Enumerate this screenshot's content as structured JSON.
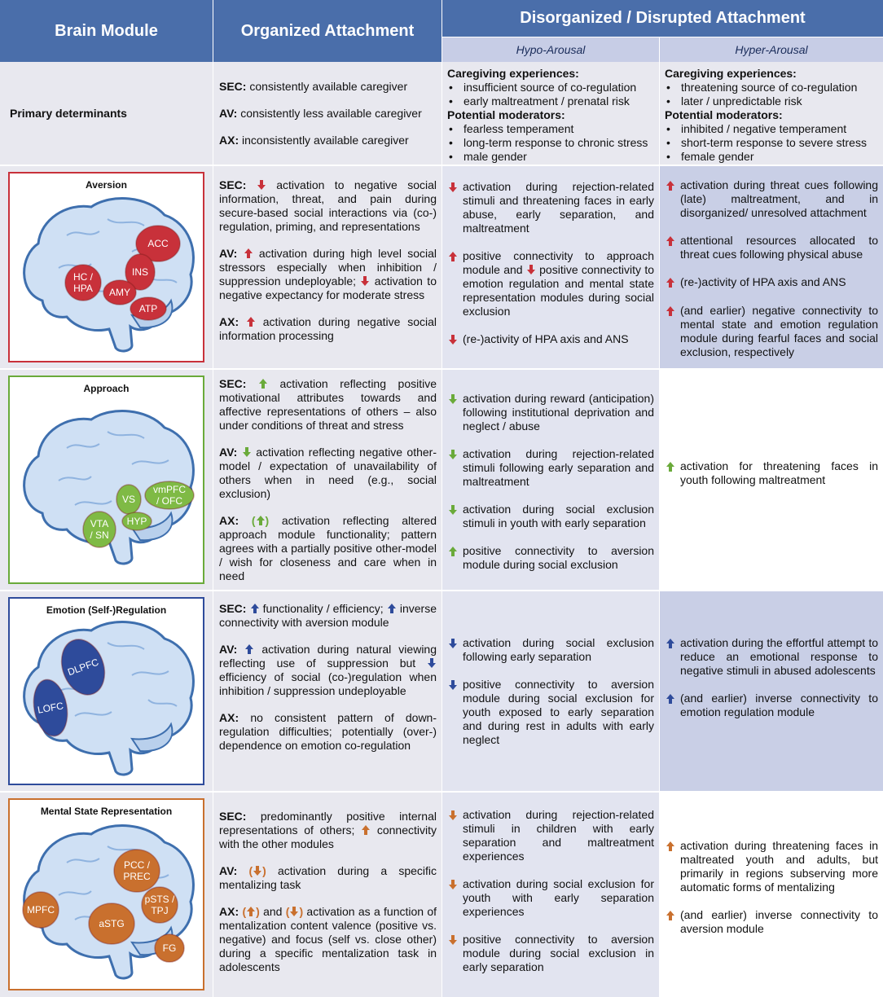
{
  "header": {
    "brain_module": "Brain Module",
    "organized": "Organized Attachment",
    "disorganized": "Disorganized / Disrupted Attachment",
    "hypo": "Hypo-Arousal",
    "hyper": "Hyper-Arousal"
  },
  "colors": {
    "header_bg": "#4a6eaa",
    "aversion": "#c8313a",
    "approach": "#6aaa3a",
    "regulation": "#2e4b9b",
    "mental": "#c9702e"
  },
  "determinants": {
    "label": "Primary determinants",
    "organized": [
      {
        "key": "SEC:",
        "text": " consistently available caregiver"
      },
      {
        "key": "AV:",
        "text": " consistently less available caregiver"
      },
      {
        "key": "AX:",
        "text": " inconsistently available caregiver"
      }
    ],
    "hypo": {
      "h1": "Caregiving experiences:",
      "l1": [
        "insufficient source of co-regulation",
        "early maltreatment / prenatal risk"
      ],
      "h2": "Potential moderators:",
      "l2": [
        "fearless temperament",
        "long-term response to chronic stress",
        "male gender"
      ]
    },
    "hyper": {
      "h1": "Caregiving experiences:",
      "l1": [
        "threatening source of co-regulation",
        "later / unpredictable risk"
      ],
      "h2": "Potential moderators:",
      "l2": [
        "inhibited / negative temperament",
        "short-term response to severe stress",
        "female gender"
      ]
    }
  },
  "modules": {
    "aversion": {
      "title": "Aversion",
      "regions": [
        "ACC",
        "INS",
        "HC /",
        "HPA",
        "AMY",
        "ATP"
      ],
      "organized": [
        {
          "key": "SEC:",
          "arrow": "down",
          "text": " activation to negative social information, threat, and pain during secure-based social interactions via (co-) regulation, priming, and representations"
        },
        {
          "key": "AV:",
          "arrow": "up",
          "text": " activation during high level social stressors especially when inhibition / suppression undeployable;",
          "arrow2": "down",
          "text2": " activation to negative expectancy for moderate stress"
        },
        {
          "key": "AX:",
          "arrow": "up",
          "text": " activation during negative social information processing"
        }
      ],
      "hypo": [
        {
          "arrow": "down",
          "text": "activation during rejection-related stimuli and threatening faces in early abuse, early separation, and maltreatment"
        },
        {
          "arrow": "up",
          "text": "positive connectivity to approach module and",
          "arrow2": "down",
          "text2": " positive connectivity to emotion regulation and mental state representation modules during social exclusion"
        },
        {
          "arrow": "down",
          "text": "(re-)activity of HPA axis and ANS"
        }
      ],
      "hyper": [
        {
          "arrow": "up",
          "text": "activation during threat cues following (late) maltreatment, and in disorganized/ unresolved attachment"
        },
        {
          "arrow": "up",
          "text": "attentional resources allocated to threat cues following physical abuse"
        },
        {
          "arrow": "up",
          "text": "(re-)activity of HPA axis and ANS"
        },
        {
          "arrow": "up",
          "text": "(and earlier) negative connectivity to mental state and emotion regulation module during fearful faces and social exclusion, respectively"
        }
      ]
    },
    "approach": {
      "title": "Approach",
      "regions": [
        "VS",
        "vmPFC",
        "/ OFC",
        "HYP",
        "VTA",
        "/ SN"
      ],
      "organized": [
        {
          "key": "SEC:",
          "arrow": "up",
          "text": " activation reflecting positive motivational attributes towards and affective representations of others – also under conditions of threat and stress"
        },
        {
          "key": "AV:",
          "arrow": "down",
          "text": " activation reflecting negative other-model / expectation of unavailability of others when in need (e.g., social exclusion)"
        },
        {
          "key": "AX:",
          "arrow": "up-paren",
          "text": " activation reflecting altered approach module functionality; pattern agrees with a partially positive other-model / wish for closeness and care when in need"
        }
      ],
      "hypo": [
        {
          "arrow": "down",
          "text": "activation during reward (anticipation) following institutional deprivation and neglect / abuse"
        },
        {
          "arrow": "down",
          "text": "activation during rejection-related stimuli following early separation and maltreatment"
        },
        {
          "arrow": "down",
          "text": "activation during social exclusion stimuli in youth with early separation"
        },
        {
          "arrow": "up",
          "text": "positive connectivity to aversion module during social exclusion"
        }
      ],
      "hyper": [
        {
          "arrow": "up",
          "text": "activation for threatening faces in youth following maltreatment"
        }
      ]
    },
    "regulation": {
      "title": "Emotion (Self-)Regulation",
      "regions": [
        "DLPFC",
        "LOFC"
      ],
      "organized": [
        {
          "key": "SEC:",
          "arrow": "up",
          "text": " functionality / efficiency;",
          "arrow2": "up",
          "text2": " inverse connectivity with aversion module"
        },
        {
          "key": "AV:",
          "arrow": "up",
          "text": " activation during natural viewing reflecting use of suppression but",
          "arrow2": "down",
          "text2": " efficiency of social (co-)regulation when inhibition / suppression undeployable"
        },
        {
          "key": "AX:",
          "arrow": "",
          "text": " no consistent pattern of down-regulation difficulties; potentially (over-) dependence on emotion co-regulation"
        }
      ],
      "hypo": [
        {
          "arrow": "down",
          "text": "activation during social exclusion following early separation"
        },
        {
          "arrow": "down",
          "text": "positive connectivity to aversion module during social exclusion for youth exposed to early separation and during rest in adults with early neglect"
        }
      ],
      "hyper": [
        {
          "arrow": "up",
          "text": "activation during the effortful attempt to reduce an emotional response to negative stimuli in abused adolescents"
        },
        {
          "arrow": "up",
          "text": "(and earlier) inverse connectivity to emotion regulation module"
        }
      ]
    },
    "mental": {
      "title": "Mental State Representation",
      "regions": [
        "PCC /",
        "PREC",
        "MPFC",
        "pSTS /",
        "TPJ",
        "aSTG",
        "FG"
      ],
      "organized": [
        {
          "key": "SEC:",
          "arrow": "",
          "text": " predominantly positive internal representations of others;",
          "arrow2": "up",
          "text2": " connectivity with the other modules"
        },
        {
          "key": "AV:",
          "arrow": "down-paren",
          "text": " activation during a specific mentalizing task"
        },
        {
          "key": "AX:",
          "arrow": "up-paren",
          "text": " and",
          "arrow2": "down-paren",
          "text2": " activation as a function of mentalization content valence (positive vs. negative) and focus (self vs. close other) during a specific mentalization task in adolescents"
        }
      ],
      "hypo": [
        {
          "arrow": "down",
          "text": "activation during rejection-related stimuli in children with early separation and maltreatment experiences"
        },
        {
          "arrow": "down",
          "text": "activation during social exclusion for youth with early separation experiences"
        },
        {
          "arrow": "down",
          "text": "positive connectivity to aversion module during social exclusion in early separation"
        }
      ],
      "hyper": [
        {
          "arrow": "up",
          "text": "activation during threatening faces in maltreated youth and adults, but primarily in regions subserving more automatic forms of mentalizing"
        },
        {
          "arrow": "up",
          "text": "(and earlier) inverse connectivity to aversion module"
        }
      ]
    }
  }
}
